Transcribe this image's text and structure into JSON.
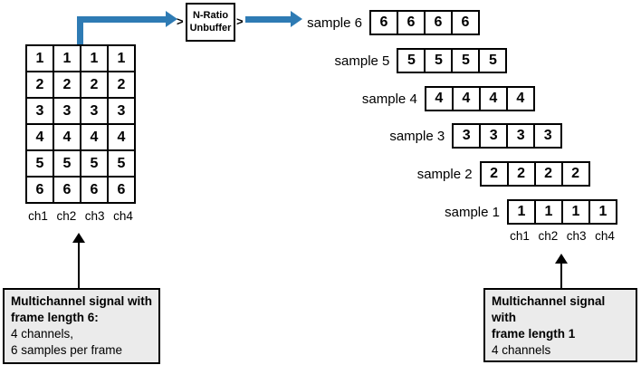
{
  "block": {
    "label_line1": "N-Ratio",
    "label_line2": "Unbuffer",
    "input_port_glyph": ">",
    "output_port_glyph": ">"
  },
  "left_matrix": {
    "rows": [
      [
        "1",
        "1",
        "1",
        "1"
      ],
      [
        "2",
        "2",
        "2",
        "2"
      ],
      [
        "3",
        "3",
        "3",
        "3"
      ],
      [
        "4",
        "4",
        "4",
        "4"
      ],
      [
        "5",
        "5",
        "5",
        "5"
      ],
      [
        "6",
        "6",
        "6",
        "6"
      ]
    ],
    "channel_labels": [
      "ch1",
      "ch2",
      "ch3",
      "ch4"
    ]
  },
  "samples": [
    {
      "label": "sample 6",
      "values": [
        "6",
        "6",
        "6",
        "6"
      ]
    },
    {
      "label": "sample 5",
      "values": [
        "5",
        "5",
        "5",
        "5"
      ]
    },
    {
      "label": "sample 4",
      "values": [
        "4",
        "4",
        "4",
        "4"
      ]
    },
    {
      "label": "sample 3",
      "values": [
        "3",
        "3",
        "3",
        "3"
      ]
    },
    {
      "label": "sample 2",
      "values": [
        "2",
        "2",
        "2",
        "2"
      ]
    },
    {
      "label": "sample 1",
      "values": [
        "1",
        "1",
        "1",
        "1"
      ]
    }
  ],
  "right_channel_labels": [
    "ch1",
    "ch2",
    "ch3",
    "ch4"
  ],
  "left_note": {
    "bold_lines": [
      "Multichannel signal with",
      "frame length 6:"
    ],
    "lines": [
      "4 channels,",
      "6 samples per frame"
    ]
  },
  "right_note": {
    "bold_lines": [
      "Multichannel signal with",
      "frame length 1"
    ],
    "lines": [
      "4 channels"
    ]
  },
  "colors": {
    "arrow_blue": "#2e7bb4",
    "note_bg": "#ebebeb",
    "line_black": "#000000"
  }
}
